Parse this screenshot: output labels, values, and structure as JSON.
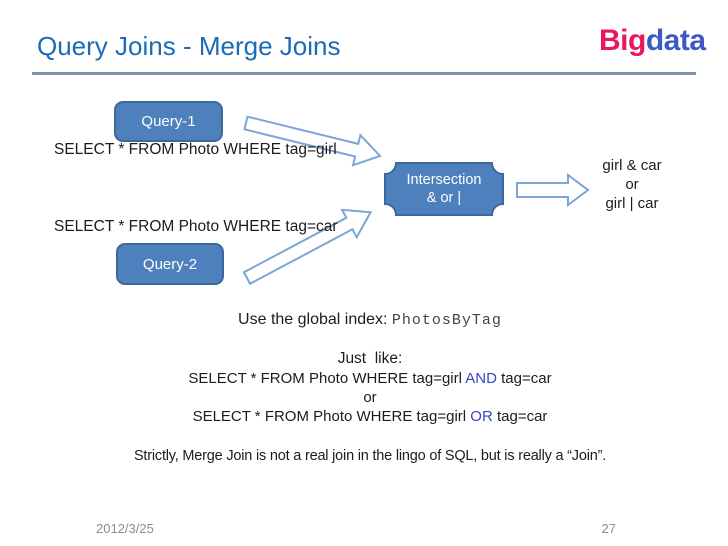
{
  "slide_title": "Query Joins - Merge Joins",
  "logo": {
    "big": "Big",
    "data": "data"
  },
  "diagram": {
    "query1": "Query-1",
    "query2": "Query-2",
    "select_girl": "SELECT * FROM Photo WHERE tag=girl",
    "select_car": "SELECT * FROM Photo WHERE tag=car",
    "intersection": {
      "line1": "Intersection",
      "line2": "& or |"
    },
    "result": {
      "line1": "girl & car",
      "line2": "or",
      "line3": "girl | car"
    }
  },
  "notes": {
    "global_index_label": "Use the global index: ",
    "global_index_value": "PhotosByTag",
    "just_like": "Just  like:",
    "sql_and": {
      "prefix": "SELECT * FROM Photo WHERE tag=girl ",
      "keyword": "AND",
      "suffix": " tag=car"
    },
    "or_separator": "or",
    "sql_or": {
      "prefix": "SELECT * FROM Photo WHERE tag=girl ",
      "keyword": "OR",
      "suffix": " tag=car"
    },
    "strictly": "Strictly, Merge Join is not a real join in the lingo of SQL, but is really a “Join”."
  },
  "footer": {
    "date": "2012/3/25",
    "page_number": "27"
  },
  "colors": {
    "title_blue": "#1c6bb8",
    "logo_red": "#e9185c",
    "logo_blue": "#3e58c4",
    "shape_fill": "#4d80bd",
    "shape_border": "#3d689c",
    "arrow_outline": "#7da5d6",
    "keyword_blue": "#3846be",
    "title_rule": "#7c94ac",
    "footer_gray": "#8d8d8d"
  }
}
